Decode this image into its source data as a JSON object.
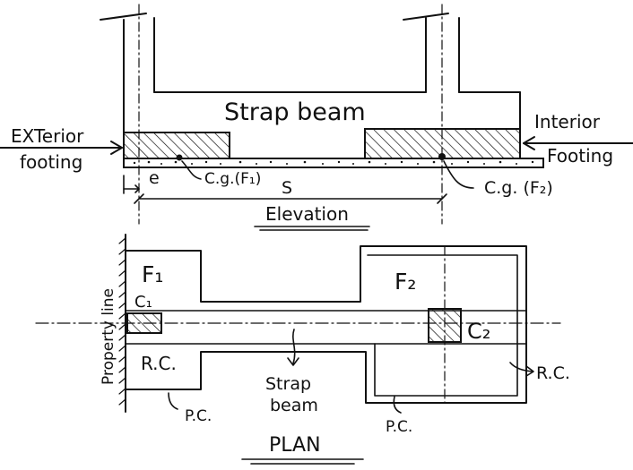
{
  "elevation": {
    "strap_beam": "Strap beam",
    "exterior_line1": "EXTerior",
    "exterior_line2": "footing",
    "interior_line1": "Interior",
    "interior_line2": "Footing",
    "cg_f1": "C.g.(F₁)",
    "cg_f2": "C.g. (F₂)",
    "e": "e",
    "s": "S",
    "caption": "Elevation"
  },
  "plan": {
    "f1": "F₁",
    "c1": "C₁",
    "f2": "F₂",
    "c2": "C₂",
    "rc_left": "R.C.",
    "rc_right": "R.C.",
    "pc_left": "P.C.",
    "pc_right": "P.C.",
    "strap_line1": "Strap",
    "strap_line2": "beam",
    "property_line": "Property line",
    "caption": "PLAN"
  }
}
